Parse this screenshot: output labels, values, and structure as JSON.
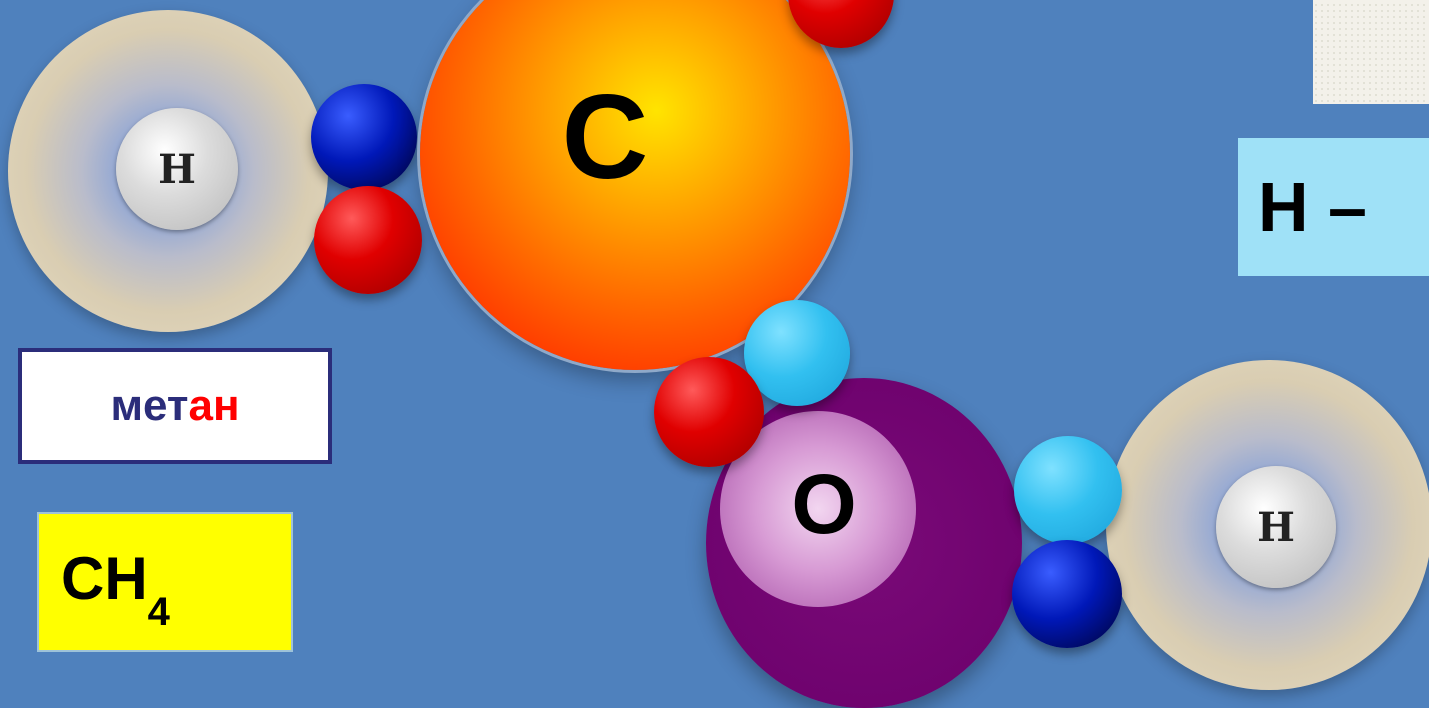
{
  "atoms": {
    "hydrogen_left": "H",
    "carbon": "C",
    "oxygen": "O",
    "hydrogen_right": "H"
  },
  "name_label": {
    "stem": "мет",
    "suffix": "ан"
  },
  "formula": {
    "base": "CH",
    "subscript": "4"
  },
  "bond_fragment": "H –",
  "colors": {
    "background": "#4f81bd",
    "name_stem": "#2b2d7a",
    "name_suffix": "#ff0000",
    "formula_bg": "#ffff00",
    "fragment_bg": "#9fe1f7"
  }
}
